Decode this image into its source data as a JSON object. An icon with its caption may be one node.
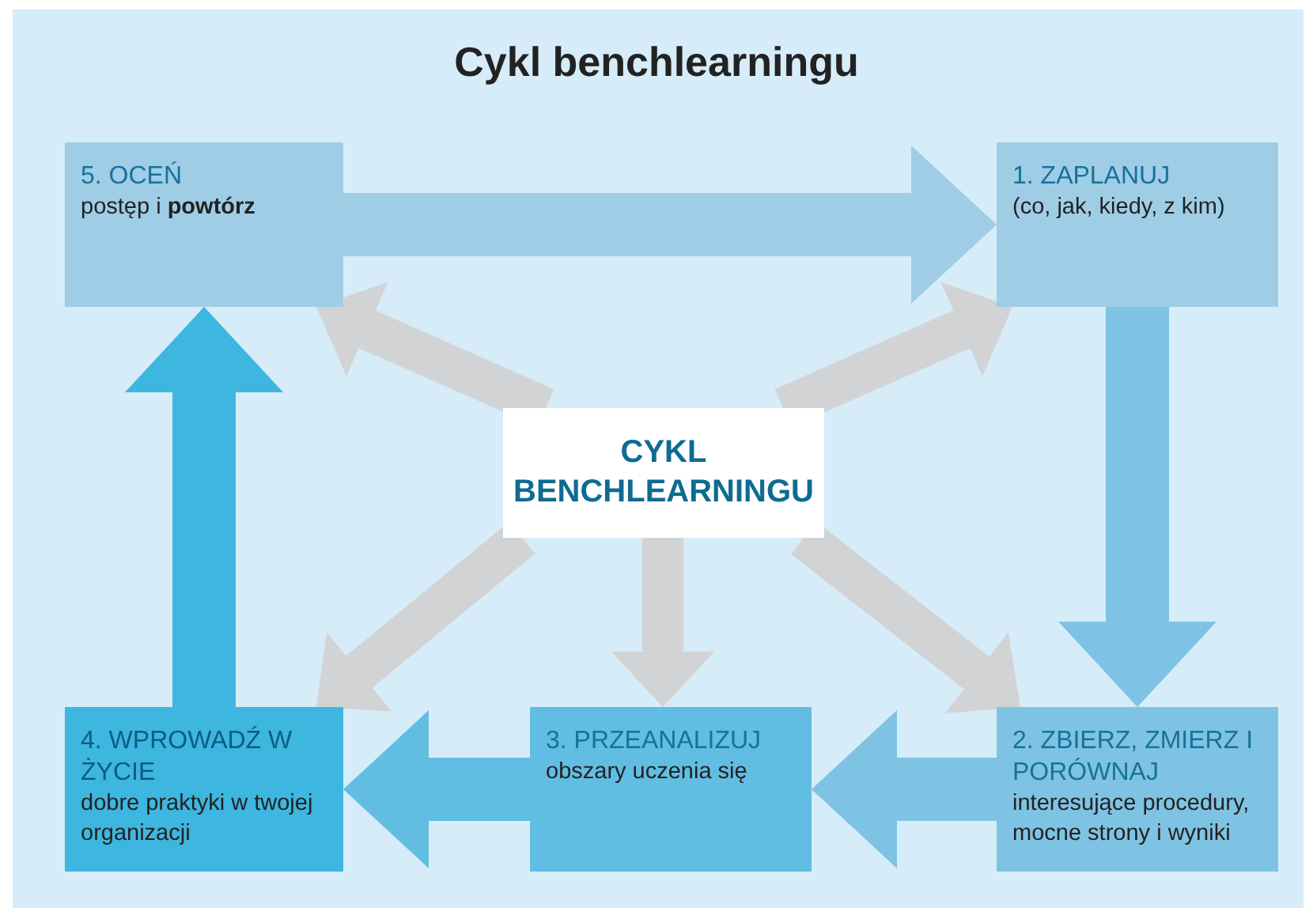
{
  "diagram": {
    "title": "Cykl benchlearningu",
    "nodes": [
      {
        "text": [
          "5. OCEŃ",
          "postęp i **powtórz**"
        ]
      },
      {
        "text": [
          "1. ZAPLANUJ",
          "(co, jak, kiedy, z kim)"
        ]
      },
      {
        "text": [
          "CYKL BENCHLEARNINGU"
        ]
      },
      {
        "text": [
          "4. WPROWADŹ W ŻYCIE",
          "dobre praktyki w twojej organizacji"
        ]
      },
      {
        "text": [
          "3. PRZEANALIZUJ",
          "obszary uczenia się"
        ]
      },
      {
        "text": [
          "2. ZBIERZ, ZMIERZ I PORÓWNAJ",
          "interesujące procedury, mocne strony i wyniki"
        ]
      }
    ],
    "edges": [
      {
        "from": 0,
        "to": 1,
        "arrow": "to",
        "color": "#9fcde6"
      },
      {
        "from": 1,
        "to": 5,
        "arrow": "to",
        "color": "#7ec3e3"
      },
      {
        "from": 5,
        "to": 4,
        "arrow": "to",
        "color": "#7ec3e3"
      },
      {
        "from": 4,
        "to": 3,
        "arrow": "to",
        "color": "#62bde3"
      },
      {
        "from": 3,
        "to": 0,
        "arrow": "to",
        "color": "#3db6e0"
      },
      {
        "from": 2,
        "to": 0,
        "arrow": "to",
        "color": "#d2d3d5"
      },
      {
        "from": 2,
        "to": 1,
        "arrow": "to",
        "color": "#d2d3d5"
      },
      {
        "from": 2,
        "to": 3,
        "arrow": "to",
        "color": "#d2d3d5"
      },
      {
        "from": 2,
        "to": 4,
        "arrow": "to",
        "color": "#d2d3d5"
      },
      {
        "from": 2,
        "to": 5,
        "arrow": "to",
        "color": "#d2d3d5"
      }
    ]
  }
}
